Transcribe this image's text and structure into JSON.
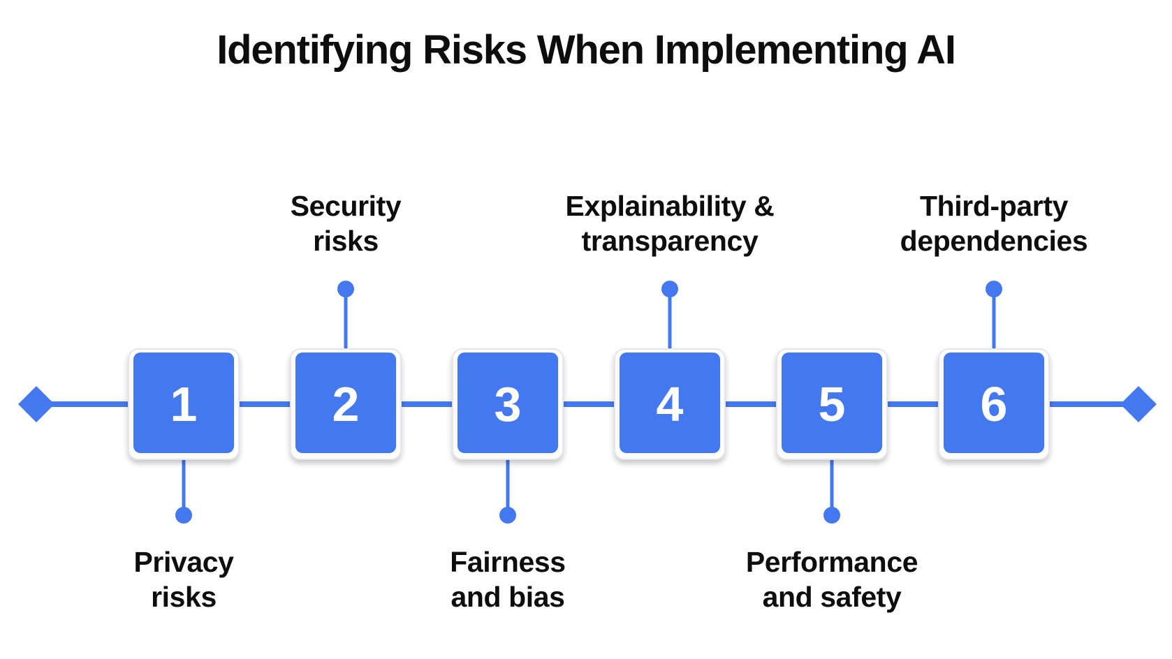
{
  "title": "Identifying Risks When Implementing AI",
  "colors": {
    "accent": "#4478ef",
    "box_border": "#e3e6ec",
    "text": "#0d0d0d",
    "background": "#ffffff"
  },
  "steps": [
    {
      "number": "1",
      "label": "Privacy\nrisks",
      "placement": "bottom"
    },
    {
      "number": "2",
      "label": "Security\nrisks",
      "placement": "top"
    },
    {
      "number": "3",
      "label": "Fairness\nand bias",
      "placement": "bottom"
    },
    {
      "number": "4",
      "label": "Explainability &\ntransparency",
      "placement": "top"
    },
    {
      "number": "5",
      "label": "Performance\nand safety",
      "placement": "bottom"
    },
    {
      "number": "6",
      "label": "Third-party\ndependencies",
      "placement": "top"
    }
  ]
}
